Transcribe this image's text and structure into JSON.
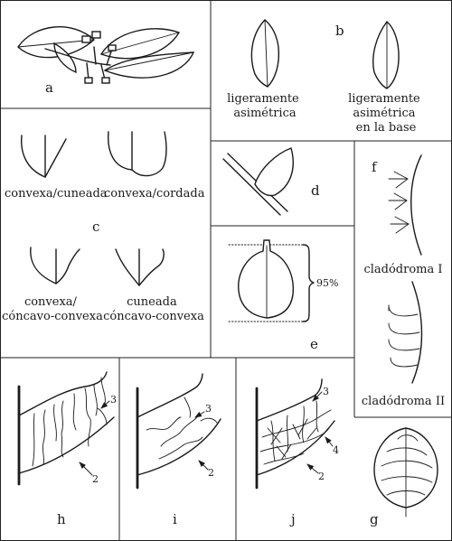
{
  "panels": {
    "a": {
      "letter": "a"
    },
    "b": {
      "letter": "b",
      "caption_left": [
        "ligeramente",
        "asimétrica"
      ],
      "caption_right": [
        "ligeramente",
        "asimétrica",
        "en la base"
      ]
    },
    "c": {
      "letter": "c",
      "cap1": "convexa/cuneada",
      "cap2": "convexa/cordada",
      "cap3": [
        "convexa/",
        "cóncavo-convexa"
      ],
      "cap4": [
        "cuneada",
        "cóncavo-convexa"
      ]
    },
    "d": {
      "letter": "d"
    },
    "e": {
      "letter": "e",
      "percent": "95%"
    },
    "f": {
      "letter": "f",
      "cap1": "cladódroma I",
      "cap2": "cladódroma II"
    },
    "g": {
      "letter": "g"
    },
    "h": {
      "letter": "h",
      "n3": "3",
      "n2": "2"
    },
    "i": {
      "letter": "i",
      "n3": "3",
      "n2": "2"
    },
    "j": {
      "letter": "j",
      "n3": "3",
      "n4": "4",
      "n2": "2"
    }
  }
}
